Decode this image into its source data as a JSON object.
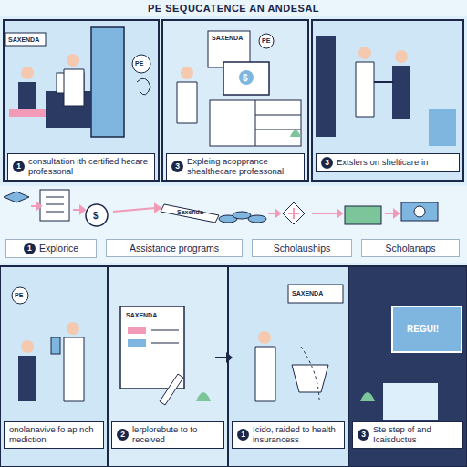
{
  "diagram": {
    "title": "PE SEQUCATENCE AN ANDESAL",
    "nodes": [
      {
        "text": [
          "1",
          "consultation ith certified hecare professonal"
        ]
      },
      {
        "text": [
          "3",
          "Expleing acopprance shealthecare professonal"
        ]
      },
      {
        "text": [
          "3",
          "Extslers on shelticare in"
        ]
      },
      {
        "text": [
          "1",
          "Explorice"
        ]
      },
      {
        "text": [
          "Assistance programs"
        ]
      },
      {
        "text": [
          "Scholauships"
        ]
      },
      {
        "text": [
          "Scholanaps"
        ]
      },
      {
        "text": [
          "onolanavive fo ap nch mediction"
        ]
      },
      {
        "text": [
          "2",
          "lerplorebute to to received"
        ]
      },
      {
        "text": [
          "1",
          "Icido, raided to health insurancess"
        ]
      },
      {
        "text": [
          "3",
          "Ste step of and Icaisductus"
        ]
      }
    ],
    "labels": [
      "SAXENDA",
      "PE",
      "SAXENDA",
      "$",
      "PE",
      "$",
      "Saxenda",
      "PE",
      "SAXENDA",
      "SAXENDA",
      "REGUI!"
    ]
  }
}
